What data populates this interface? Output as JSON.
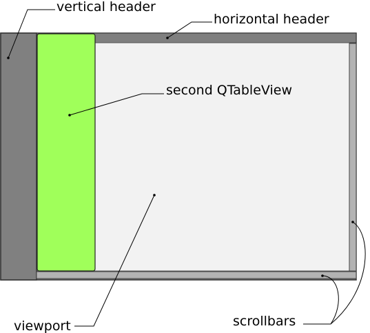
{
  "labels": {
    "vertical_header": "vertical header",
    "horizontal_header": "horizontal header",
    "second_tableview": "second QTableView",
    "viewport": "viewport",
    "scrollbars": "scrollbars"
  },
  "colors": {
    "frame": "#808080",
    "frame_border": "#333333",
    "horizontal_header": "#7f7f7f",
    "viewport": "#f2f2f2",
    "second_tableview": "#a0ff5a",
    "scrollbar": "#b3b3b3"
  }
}
